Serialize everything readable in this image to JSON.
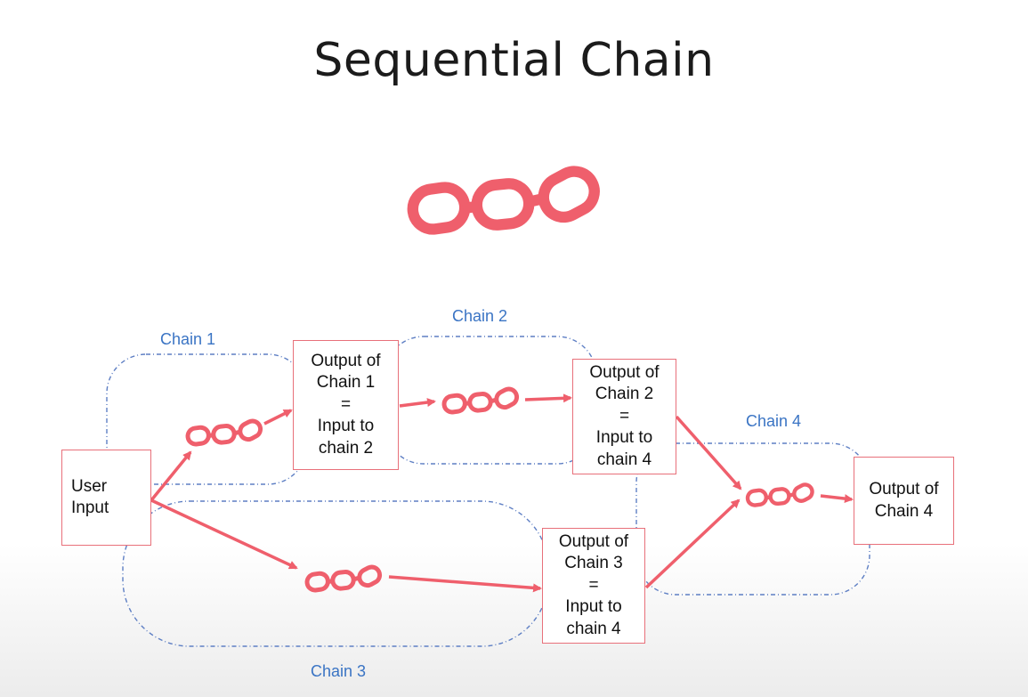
{
  "title": "Sequential Chain",
  "colors": {
    "accent": "#ef5f6c",
    "container_border": "#5e7fc4",
    "label": "#3a74c4"
  },
  "icons": [
    "chain-link-icon"
  ],
  "nodes": {
    "user_input": [
      "User",
      "Input"
    ],
    "output_chain1": [
      "Output of",
      "Chain 1",
      "=",
      "Input to",
      "chain 2"
    ],
    "output_chain2": [
      "Output of",
      "Chain 2",
      "=",
      "Input to",
      "chain 4"
    ],
    "output_chain3": [
      "Output of",
      "Chain 3",
      "=",
      "Input to",
      "chain 4"
    ],
    "output_chain4": [
      "Output of",
      "Chain 4"
    ]
  },
  "chain_labels": {
    "chain1": "Chain 1",
    "chain2": "Chain 2",
    "chain3": "Chain 3",
    "chain4": "Chain 4"
  }
}
